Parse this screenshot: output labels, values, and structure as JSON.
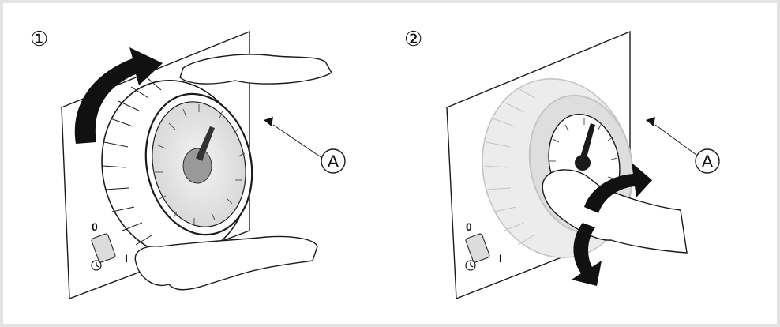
{
  "step_labels": [
    "①",
    "②"
  ],
  "callout_label": "A",
  "switch_labels": {
    "off": "0",
    "on": "I"
  },
  "icons": [
    "clockwise-turn-arrow-icon",
    "two-way-rotate-arrow-icon",
    "clock-icon",
    "callout-pointer-icon"
  ],
  "colors": {
    "frame_border": "#e3e3e3",
    "line": "#1a1a1a",
    "dial_face": "#e9e9e9",
    "ring_faded": "#d8d8d8",
    "arrow": "#111111"
  }
}
